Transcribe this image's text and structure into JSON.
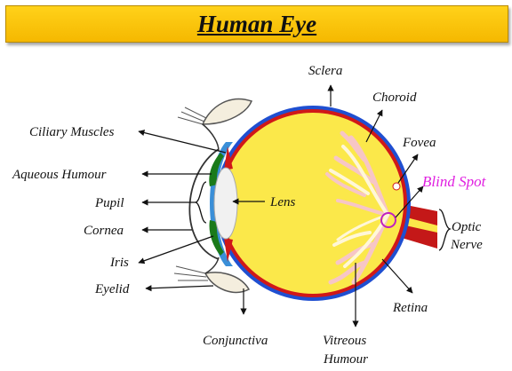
{
  "title": "Human Eye",
  "labels": {
    "sclera": "Sclera",
    "choroid": "Choroid",
    "fovea": "Fovea",
    "blind_spot": "Blind Spot",
    "optic": "Optic",
    "nerve": "Nerve",
    "retina": "Retina",
    "vitreous": "Vitreous",
    "humour": "Humour",
    "conjunctiva": "Conjunctiva",
    "eyelid": "Eyelid",
    "iris": "Iris",
    "cornea": "Cornea",
    "pupil": "Pupil",
    "aqueous_humour": "Aqueous Humour",
    "ciliary_muscles": "Ciliary Muscles",
    "lens": "Lens"
  },
  "colors": {
    "title_bg": "#f9c400",
    "vitreous": "#fbe84a",
    "sclera": "#1f4fd1",
    "choroid": "#d01818",
    "optic_nerve": "#c41818",
    "iris": "#1a7a1a",
    "blind_spot_marker": "#c020c0"
  }
}
